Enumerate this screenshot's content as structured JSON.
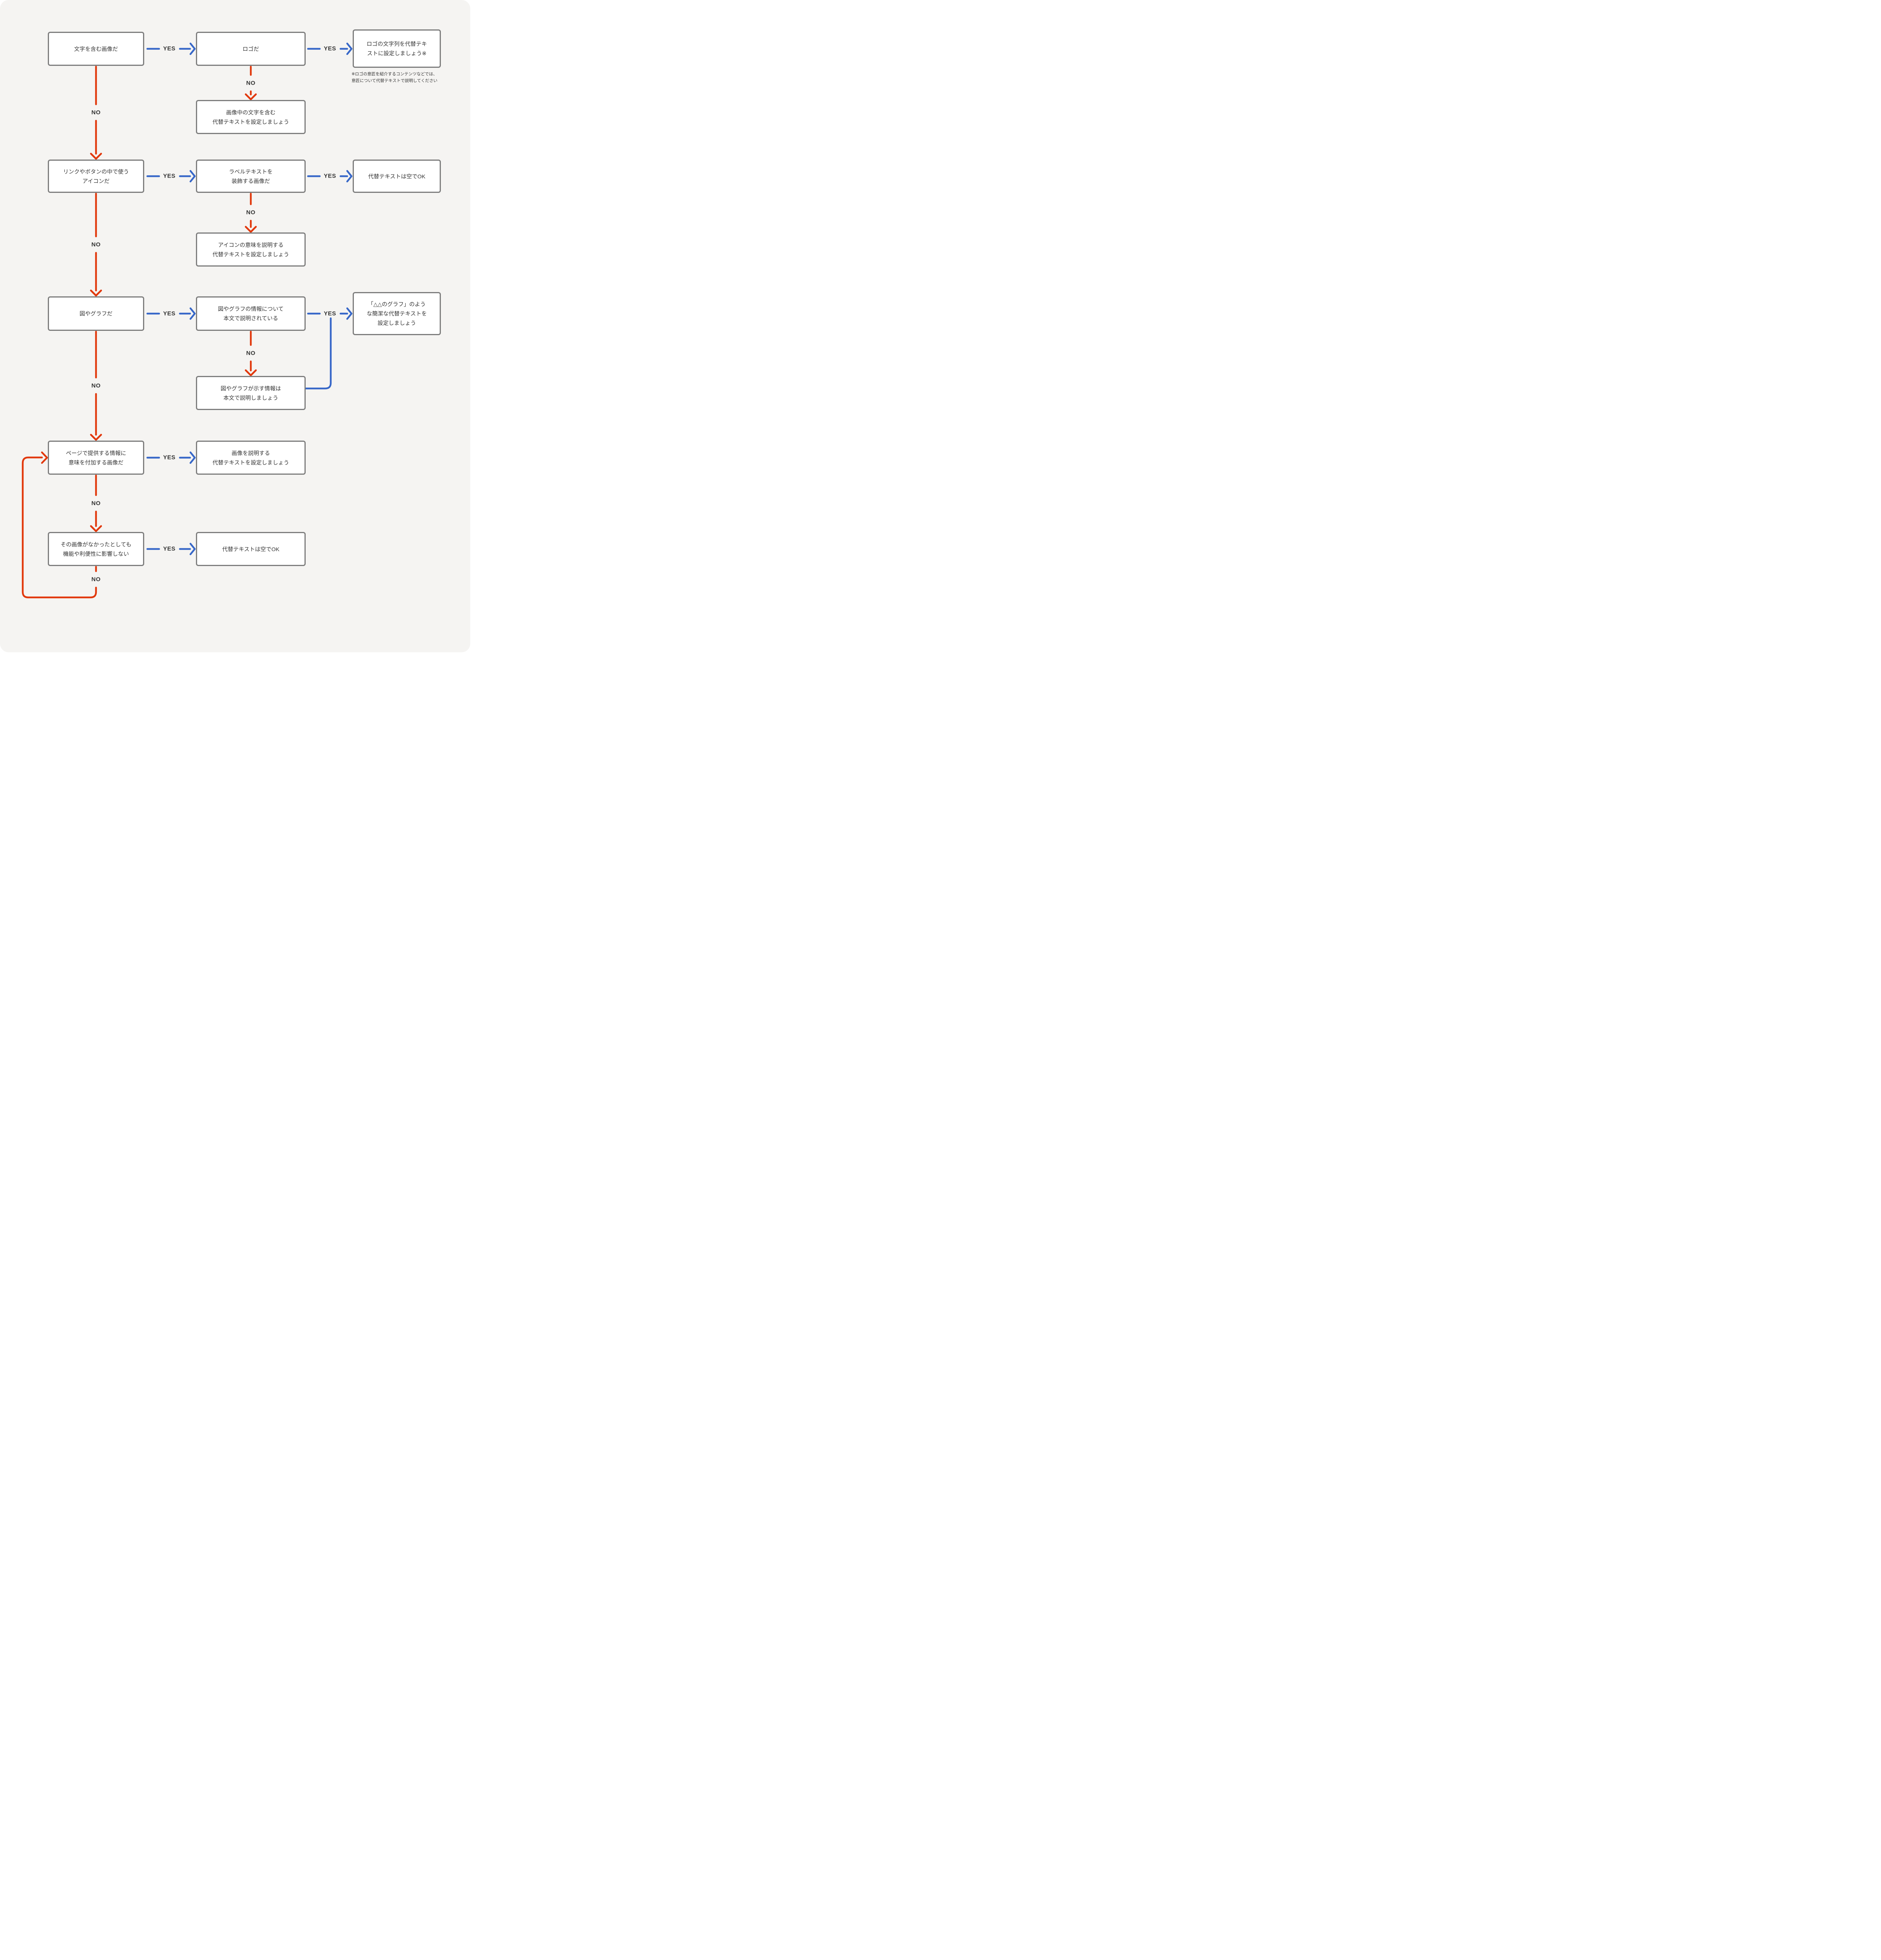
{
  "labels": {
    "yes": "YES",
    "no": "NO"
  },
  "colors": {
    "yes_blue": "#3767c8",
    "no_red": "#e1380c",
    "box_border": "#7d7d7d",
    "text": "#333333",
    "background": "#f5f4f2"
  },
  "nodes": [
    {
      "id": "q-text-image",
      "text": "文字を含む画像だ"
    },
    {
      "id": "q-logo",
      "text": "ロゴだ"
    },
    {
      "id": "a-logo-string-alt",
      "text": "ロゴの文字列を代替テキ\nストに設定しましょう※"
    },
    {
      "id": "a-image-text-alt",
      "text": "画像中の文字を含む\n代替テキストを設定しましょう"
    },
    {
      "id": "q-link-button-icon",
      "text": "リンクやボタンの中で使う\nアイコンだ"
    },
    {
      "id": "q-label-decoration",
      "text": "ラベルテキストを\n装飾する画像だ"
    },
    {
      "id": "a-empty-alt-icon",
      "text": "代替テキストは空でOK"
    },
    {
      "id": "a-icon-meaning-alt",
      "text": "アイコンの意味を説明する\n代替テキストを設定しましょう"
    },
    {
      "id": "q-figure-graph",
      "text": "図やグラフだ"
    },
    {
      "id": "q-figure-explained-in-body",
      "text": "図やグラフの情報について\n本文で説明されている"
    },
    {
      "id": "a-concise-graph-alt",
      "text": "「△△のグラフ」のよう\nな簡潔な代替テキストを\n設定しましょう"
    },
    {
      "id": "a-explain-in-body",
      "text": "図やグラフが示す情報は\n本文で説明しましょう"
    },
    {
      "id": "q-adds-meaning",
      "text": "ページで提供する情報に\n意味を付加する画像だ"
    },
    {
      "id": "a-describe-image-alt",
      "text": "画像を説明する\n代替テキストを設定しましょう"
    },
    {
      "id": "q-no-impact",
      "text": "その画像がなかったとしても\n機能や利便性に影響しない"
    },
    {
      "id": "a-empty-alt-ok",
      "text": "代替テキストは空でOK"
    }
  ],
  "footnote": {
    "text": "※ロゴの意匠を紹介するコンテンツなどでは、\n意匠について代替テキストで説明してください"
  }
}
